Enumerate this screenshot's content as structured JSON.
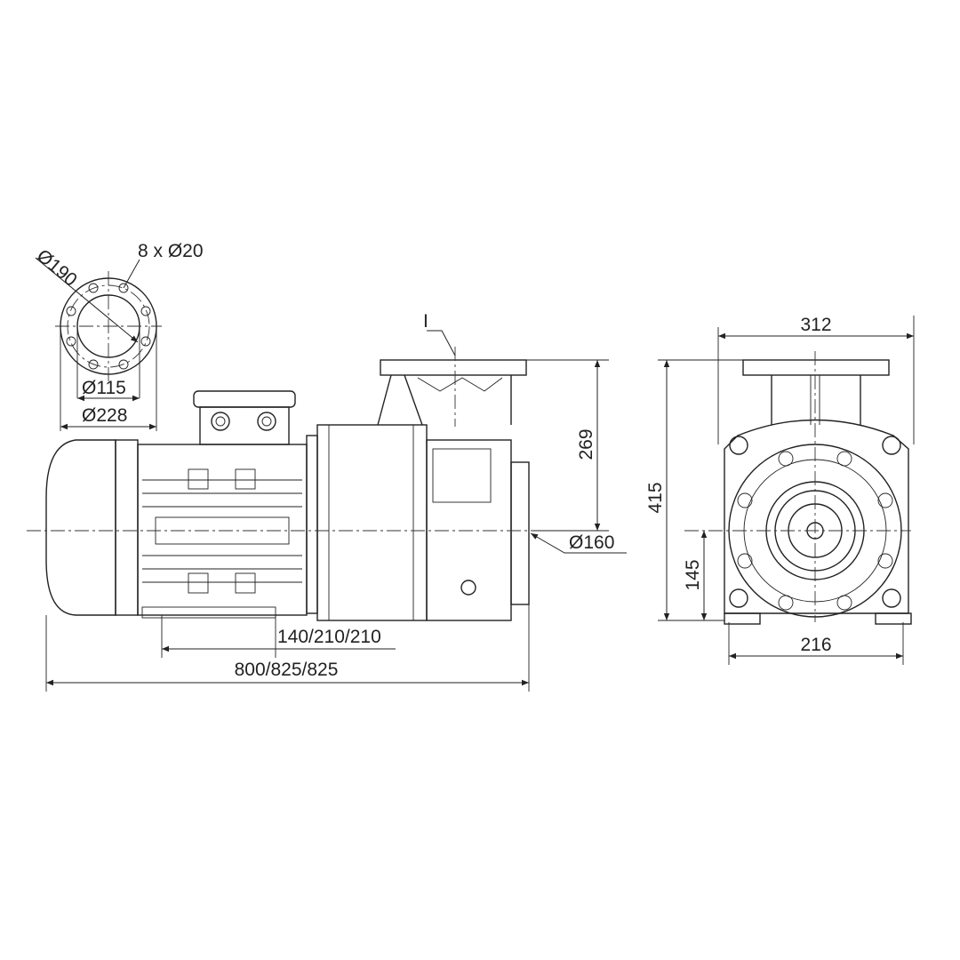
{
  "drawing": {
    "flange_detail": {
      "bolt_circle": "Ø190",
      "bolt_holes": "8 x Ø20",
      "inner_diameter": "Ø115",
      "outer_diameter": "Ø228"
    },
    "side_view": {
      "section_marker": "I",
      "outlet_height": "269",
      "inlet_diameter": "Ø160",
      "foot_spacing": "140/210/210",
      "overall_length": "800/825/825"
    },
    "front_view": {
      "flange_width": "312",
      "overall_height": "415",
      "shaft_height": "145",
      "foot_width": "216"
    }
  }
}
